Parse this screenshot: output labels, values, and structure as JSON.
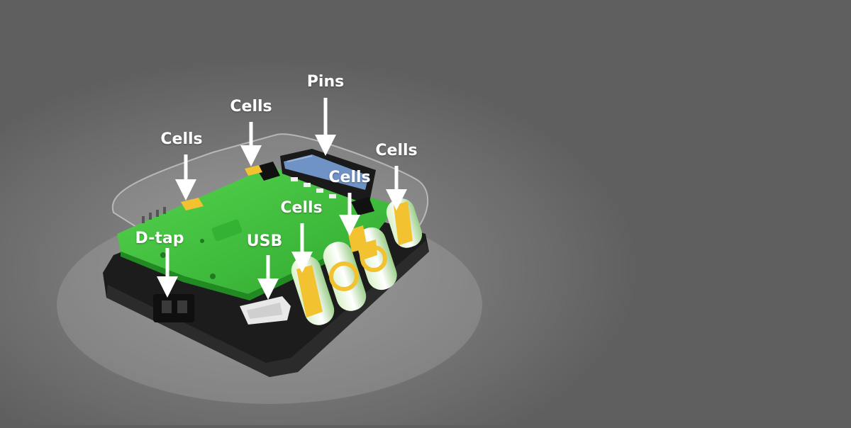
{
  "callouts": {
    "pins": "Pins",
    "cells_top_center": "Cells",
    "cells_top_left": "Cells",
    "cells_right": "Cells",
    "cells_middle_upper": "Cells",
    "cells_middle_lower": "Cells",
    "dtap": "D-tap",
    "usb": "USB"
  },
  "colors": {
    "pcb_green": "#3cc23c",
    "cell_tab_yellow": "#f2c230",
    "housing_black": "#1c1c1c",
    "connector_blue": "#6f93c4",
    "arrow_white": "#ffffff"
  }
}
